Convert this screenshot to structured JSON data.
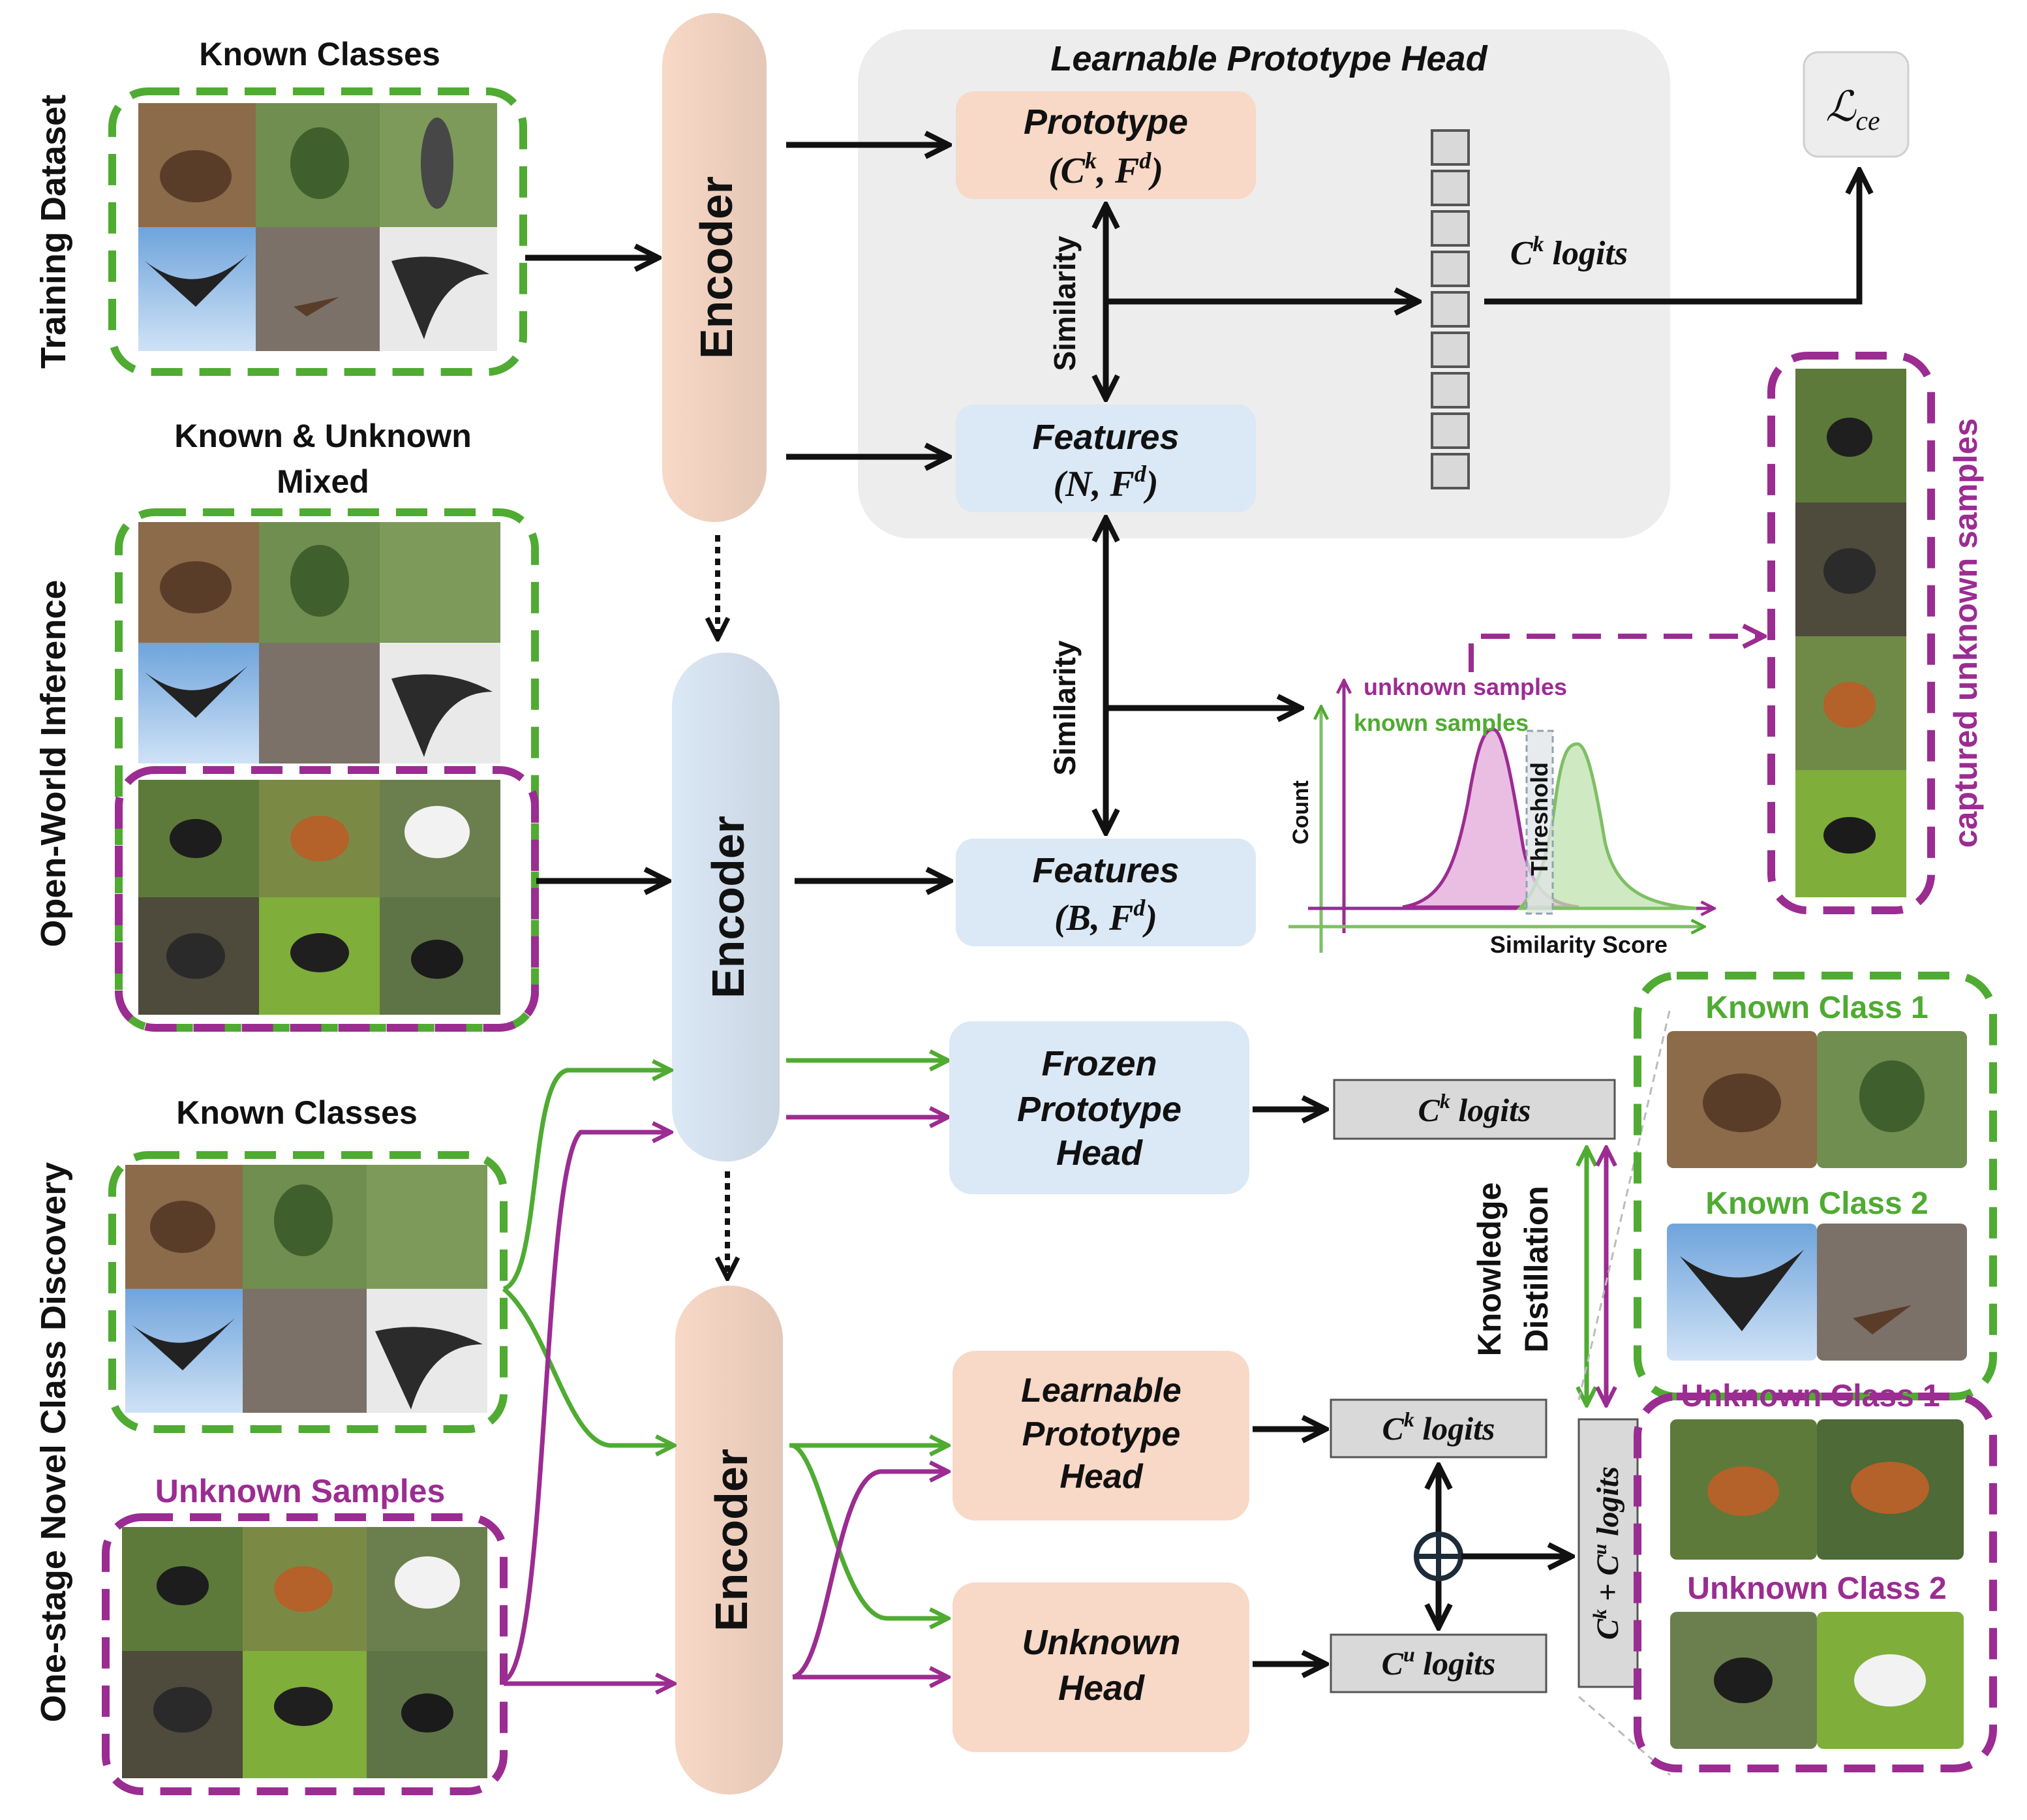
{
  "colors": {
    "green": "#4fab32",
    "purple": "#9b2c91",
    "peach": "#f8d8c6",
    "lightblue": "#dbe8f5",
    "panel": "#ededed",
    "black": "#111111"
  },
  "rows": {
    "training": "Training Dataset",
    "inference": "Open-World Inference",
    "discovery": "One-stage Novel Class Discovery"
  },
  "headings": {
    "known_classes_top": "Known Classes",
    "mixed_line1": "Known & Unknown",
    "mixed_line2": "Mixed",
    "known_classes_bottom": "Known Classes",
    "unknown_samples": "Unknown Samples"
  },
  "encoder": {
    "label": "Encoder"
  },
  "proto_head": {
    "title": "Learnable Prototype Head",
    "prototype_title": "Prototype",
    "prototype_dims": "(C",
    "prototype_sup1": "k",
    "prototype_sep": ", F",
    "prototype_sup2": "d",
    "prototype_close": ")",
    "features_title": "Features",
    "features_dims": "(N, F",
    "features_sup": "d",
    "features_close": ")",
    "similarity": "Similarity",
    "ck_logits_base": "C",
    "ck_logits_sup": "k",
    "ck_logits_word": "logits",
    "loss_base": "ℒ",
    "loss_sub": "ce"
  },
  "inference": {
    "similarity": "Similarity",
    "features_title": "Features",
    "features_dims": "(B, F",
    "features_sup": "d",
    "features_close": ")",
    "unknown_samples": "unknown samples",
    "known_samples": "known samples",
    "count": "Count",
    "threshold": "Threshold",
    "similarity_score": "Similarity Score",
    "captured": "captured unknown samples"
  },
  "discovery": {
    "frozen_line1": "Frozen",
    "frozen_line2": "Prototype",
    "frozen_line3": "Head",
    "learnable_line1": "Learnable",
    "learnable_line2": "Prototype",
    "learnable_line3": "Head",
    "unknown_line1": "Unknown",
    "unknown_line2": "Head",
    "logit_word": "logits",
    "knowledge": "Knowledge",
    "distillation": "Distillation",
    "combined_logits": "logits",
    "known_class_1": "Known Class 1",
    "known_class_2": "Known Class 2",
    "unknown_class_1": "Unknown Class 1",
    "unknown_class_2": "Unknown Class 2"
  }
}
